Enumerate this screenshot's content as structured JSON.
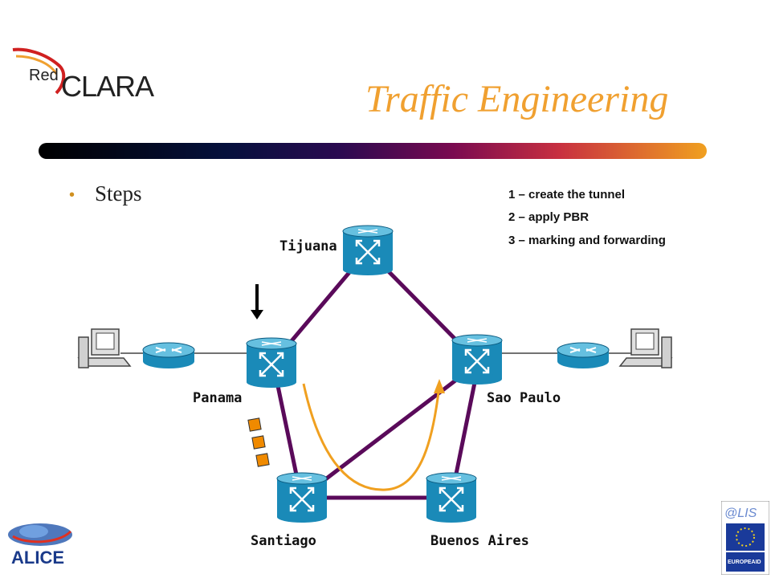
{
  "slide": {
    "title": "Traffic Engineering",
    "bullet": "Steps",
    "steps": [
      "1 – create the tunnel",
      "2 – apply PBR",
      "3 – marking and forwarding"
    ]
  },
  "logos": {
    "redclara": "RedCLARA",
    "alice": "ALICE",
    "alis": "@LIS",
    "europeaid": "EUROPEAID"
  },
  "nodes": {
    "tijuana": "Tijuana",
    "panama": "Panama",
    "sao_paulo": "Sao Paulo",
    "santiago": "Santiago",
    "buenos_aires": "Buenos Aires"
  },
  "colors": {
    "title": "#f0a030",
    "link": "#5a0a5a",
    "router": "#1a8ab8",
    "path": "#f0a020",
    "packet": "#f08a00"
  }
}
